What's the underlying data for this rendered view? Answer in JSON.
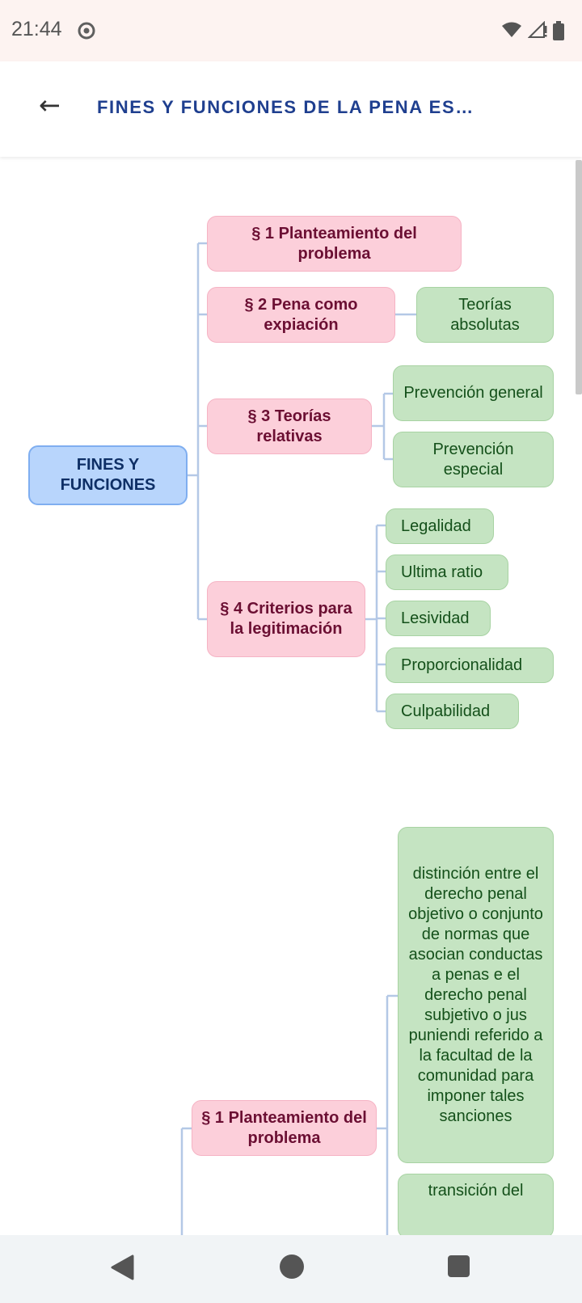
{
  "status_bar": {
    "time": "21:44",
    "icons": [
      "chrome-icon",
      "wifi-icon",
      "signal-icon",
      "battery-icon"
    ]
  },
  "app_bar": {
    "back_icon": "←",
    "title": "FINES Y FUNCIONES DE LA PENA ES…"
  },
  "colors": {
    "title": "#1f3f8f",
    "root_fill": "#b8d5fc",
    "branch_fill": "#fccfda",
    "leaf_fill": "#c5e4c2",
    "connector": "#b4c8e6"
  },
  "mindmap": {
    "root": "FINES Y FUNCIONES",
    "sections": [
      {
        "label": "§ 1 Planteamiento del problema",
        "children": []
      },
      {
        "label": "§ 2 Pena como expiación",
        "children": [
          "Teorías absolutas"
        ]
      },
      {
        "label": "§ 3 Teorías relativas",
        "children": [
          "Prevención general",
          "Prevención especial"
        ]
      },
      {
        "label": "§ 4 Criterios para la legitimación",
        "children": [
          "Legalidad",
          "Ultima ratio",
          "Lesividad",
          "Proporcionalidad",
          "Culpabilidad"
        ]
      }
    ],
    "second_map": {
      "section": "§ 1 Planteamiento del problema",
      "children": [
        "distinción entre el derecho penal objetivo o conjunto de normas que asocian conductas a penas e el derecho penal subjetivo o jus puniendi referido a la facultad de la comunidad para imponer tales sanciones",
        "transición del"
      ]
    }
  },
  "nav_bar": {
    "icons": [
      "back-triangle-icon",
      "home-circle-icon",
      "recents-square-icon"
    ]
  }
}
